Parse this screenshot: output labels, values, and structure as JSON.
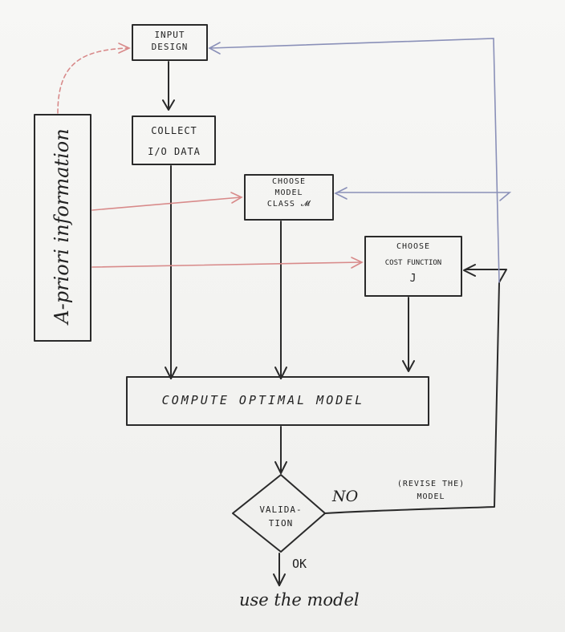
{
  "diagram": {
    "title": "System identification procedure",
    "nodes": {
      "input_design": [
        "INPUT",
        "DESIGN"
      ],
      "collect_data": [
        "COLLECT",
        "I/O DATA"
      ],
      "choose_model": [
        "CHOOSE",
        "MODEL",
        "CLASS 𝓜"
      ],
      "choose_cost": [
        "CHOOSE",
        "COST FUNCTION",
        "J"
      ],
      "compute_model": "COMPUTE OPTIMAL MODEL",
      "validation": [
        "VALIDA-",
        "TION"
      ],
      "apriori": "A-priori information",
      "use_model": "use the model"
    },
    "edges": {
      "no_label": "NO",
      "revise_label": [
        "(REVISE THE)",
        "MODEL"
      ],
      "ok_label": "OK"
    }
  }
}
